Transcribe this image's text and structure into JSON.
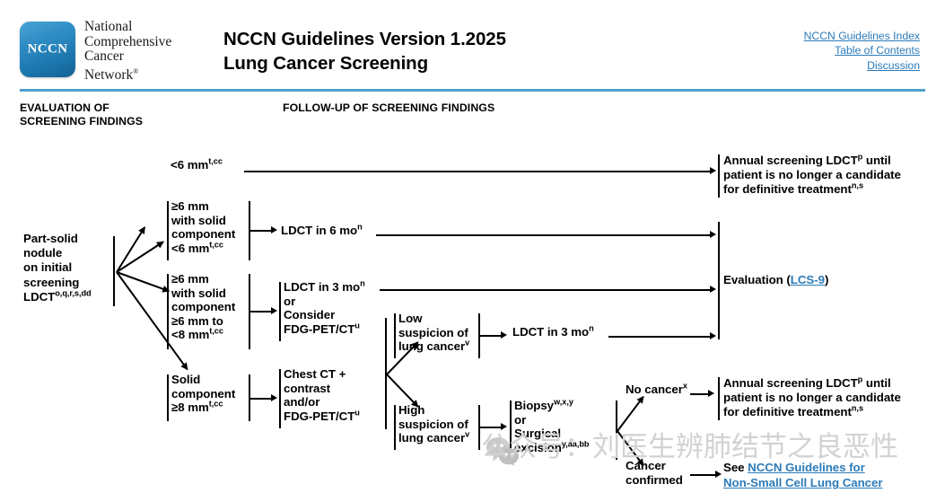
{
  "header": {
    "logo_mark": "NCCN",
    "org_line1": "National",
    "org_line2": "Comprehensive",
    "org_line3": "Cancer",
    "org_line4": "Network",
    "org_reg": "®",
    "title_line1": "NCCN Guidelines Version 1.2025",
    "title_line2": "Lung Cancer Screening",
    "links": [
      "NCCN Guidelines Index",
      "Table of Contents",
      "Discussion"
    ],
    "rule_color": "#4f9fcd",
    "link_color": "#2b7bb9"
  },
  "sections": {
    "left": "EVALUATION OF\nSCREENING FINDINGS",
    "right": "FOLLOW-UP OF SCREENING FINDINGS"
  },
  "nodes": {
    "start": "Part-solid\nnodule\non initial\nscreening\nLDCT",
    "start_sup": "o,q,r,s,dd",
    "branch1": "<6 mm",
    "branch1_sup": "t,cc",
    "branch2": "≥6 mm\nwith solid\ncomponent\n<6 mm",
    "branch2_sup": "t,cc",
    "branch3": "≥6 mm\nwith solid\ncomponent\n≥6 mm to\n<8 mm",
    "branch3_sup": "t,cc",
    "branch4": "Solid\ncomponent\n≥8 mm",
    "branch4_sup": "t,cc",
    "ldct6": "LDCT in 6 mo",
    "ldct6_sup": "n",
    "ldct3_or": "LDCT in 3 mo",
    "ldct3_or_sup": "n",
    "ldct3_or_rest": "or\nConsider\nFDG-PET/CT",
    "ldct3_or_rest_sup": "u",
    "chestct": "Chest CT +\ncontrast\nand/or\nFDG-PET/CT",
    "chestct_sup": "u",
    "low_susp": "Low\nsuspicion of\nlung cancer",
    "low_susp_sup": "v",
    "high_susp": "High\nsuspicion of\nlung cancer",
    "high_susp_sup": "v",
    "ldct3b": "LDCT in 3 mo",
    "ldct3b_sup": "n",
    "biopsy_l1": "Biopsy",
    "biopsy_l1_sup": "w,x,y",
    "biopsy_l2": "or",
    "biopsy_l3": "Surgical",
    "biopsy_l4": "excision",
    "biopsy_l4_sup": "y,aa,bb",
    "no_cancer": "No cancer",
    "no_cancer_sup": "x",
    "cancer_confirmed": "Cancer\nconfirmed",
    "annual_top": "Annual screening LDCT",
    "annual_top_sup": "p",
    "annual_top_rest": " until\npatient is no longer a candidate\nfor definitive treatment",
    "annual_top_rest_sup": "n,s",
    "annual_bot": "Annual screening LDCT",
    "annual_bot_sup": "p",
    "annual_bot_rest": " until\npatient is no longer a candidate\nfor definitive treatment",
    "annual_bot_rest_sup": "n,s",
    "evaluation_pre": "Evaluation (",
    "evaluation_link": "LCS-9",
    "evaluation_post": ")",
    "see_pre": "See ",
    "see_link_l1": "NCCN Guidelines for",
    "see_link_l2": "Non-Small Cell Lung Cancer"
  },
  "watermark": {
    "text": "公众号：刘医生辨肺结节之良恶性"
  }
}
